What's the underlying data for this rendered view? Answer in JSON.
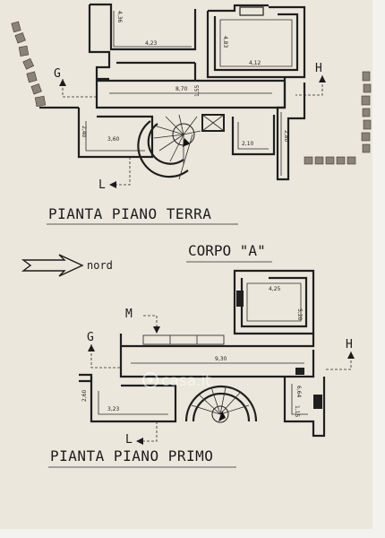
{
  "plan_ground": {
    "title": "PIANTA PIANO TERRA",
    "sections": {
      "left": "G",
      "right": "H",
      "bottom": "L"
    },
    "dimensions": [
      "4,23",
      "4,36",
      "4,12",
      "4,83",
      "8,70",
      "3,60",
      "2,10",
      "2,80",
      "1,55",
      "2,40"
    ]
  },
  "plan_first": {
    "title": "PIANTA PIANO PRIMO",
    "sections": {
      "left": "G",
      "right": "H",
      "top": "M",
      "bottom": "L"
    },
    "dimensions": [
      "4,25",
      "5,20",
      "9,30",
      "2,60",
      "3,23",
      "6,64",
      "1,15"
    ]
  },
  "block_label": "CORPO \"A\"",
  "north_label": "nord",
  "watermark": "casa.it",
  "colors": {
    "paper": "#ece7dc",
    "ink": "#1f1f1f",
    "stone": "#8a8378"
  }
}
